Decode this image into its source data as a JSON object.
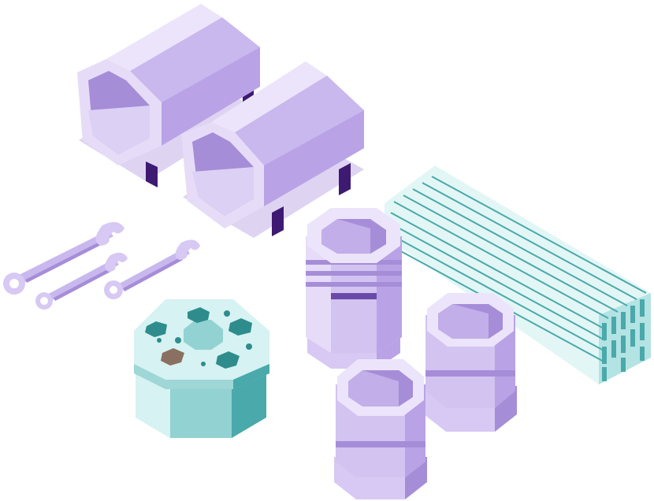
{
  "scene": {
    "type": "isometric-illustration",
    "objects": [
      {
        "name": "octagonal-tube",
        "count": 2
      },
      {
        "name": "wrench",
        "count": 3
      },
      {
        "name": "octagonal-flange-plate",
        "count": 1
      },
      {
        "name": "octagonal-sleeve",
        "count": 3
      },
      {
        "name": "steel-beam-stack",
        "count": 1
      }
    ],
    "colors": {
      "lavender_light": "#ece4fb",
      "lavender": "#d7c9f3",
      "lavender_mid": "#c2aee9",
      "lavender_dark": "#a68dd8",
      "purple_deep": "#3e1a72",
      "mint_light": "#d6f2f2",
      "mint": "#b4e3e3",
      "teal": "#4aa9aa",
      "teal_dark": "#2f8c8d"
    }
  }
}
